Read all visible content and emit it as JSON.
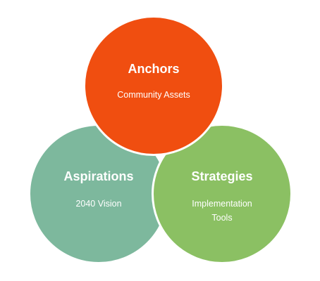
{
  "circles": {
    "anchors": {
      "title": "Anchors",
      "subtitle": "Community Assets",
      "color": "#F04E10"
    },
    "aspirations": {
      "title": "Aspirations",
      "subtitle": "2040 Vision",
      "color": "#7DB89D"
    },
    "strategies": {
      "title": "Strategies",
      "subtitle": "Implementation\nTools",
      "color": "#8BC063"
    }
  }
}
